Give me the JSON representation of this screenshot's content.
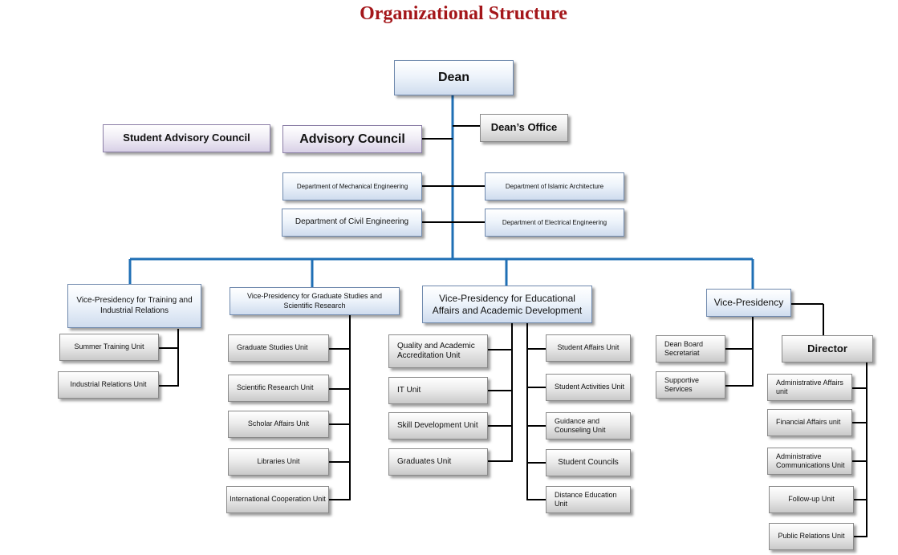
{
  "title": "Organizational Structure",
  "top": {
    "dean": "Dean",
    "deans_office": "Dean’s Office",
    "advisory_council": "Advisory Council",
    "student_advisory_council": "Student Advisory Council"
  },
  "departments": {
    "mechanical": "Department of Mechanical Engineering",
    "islamic_architecture": "Department of Islamic Architecture",
    "civil": "Department of Civil Engineering",
    "electrical": "Department of Electrical Engineering"
  },
  "training": {
    "head": "Vice-Presidency for Training and Industrial Relations",
    "units": [
      "Summer Training Unit",
      "Industrial Relations Unit"
    ]
  },
  "graduate": {
    "head": "Vice-Presidency for Graduate Studies and Scientific Research",
    "units": [
      "Graduate Studies Unit",
      "Scientific Research Unit",
      "Scholar Affairs Unit",
      "Libraries Unit",
      "International Cooperation Unit"
    ]
  },
  "educational": {
    "head": "Vice-Presidency for Educational Affairs and Academic Development",
    "left_units": [
      "Quality and Academic Accreditation Unit",
      "IT Unit",
      "Skill Development Unit",
      "Graduates Unit"
    ],
    "right_units": [
      "Student Affairs Unit",
      "Student Activities Unit",
      "Guidance and Counseling Unit",
      "Student Councils",
      "Distance Education Unit"
    ]
  },
  "vice_presidency": {
    "head": "Vice-Presidency",
    "units": [
      "Dean Board Secretariat",
      "Supportive Services"
    ]
  },
  "director": {
    "head": "Director",
    "units": [
      "Administrative Affairs unit",
      "Financial Affairs unit",
      "Administrative Communications Unit",
      "Follow-up Unit",
      "Public Relations Unit"
    ]
  },
  "colors": {
    "main_connector": "#1f6fb5",
    "branch_connector": "#000000",
    "title": "#a4161a"
  }
}
